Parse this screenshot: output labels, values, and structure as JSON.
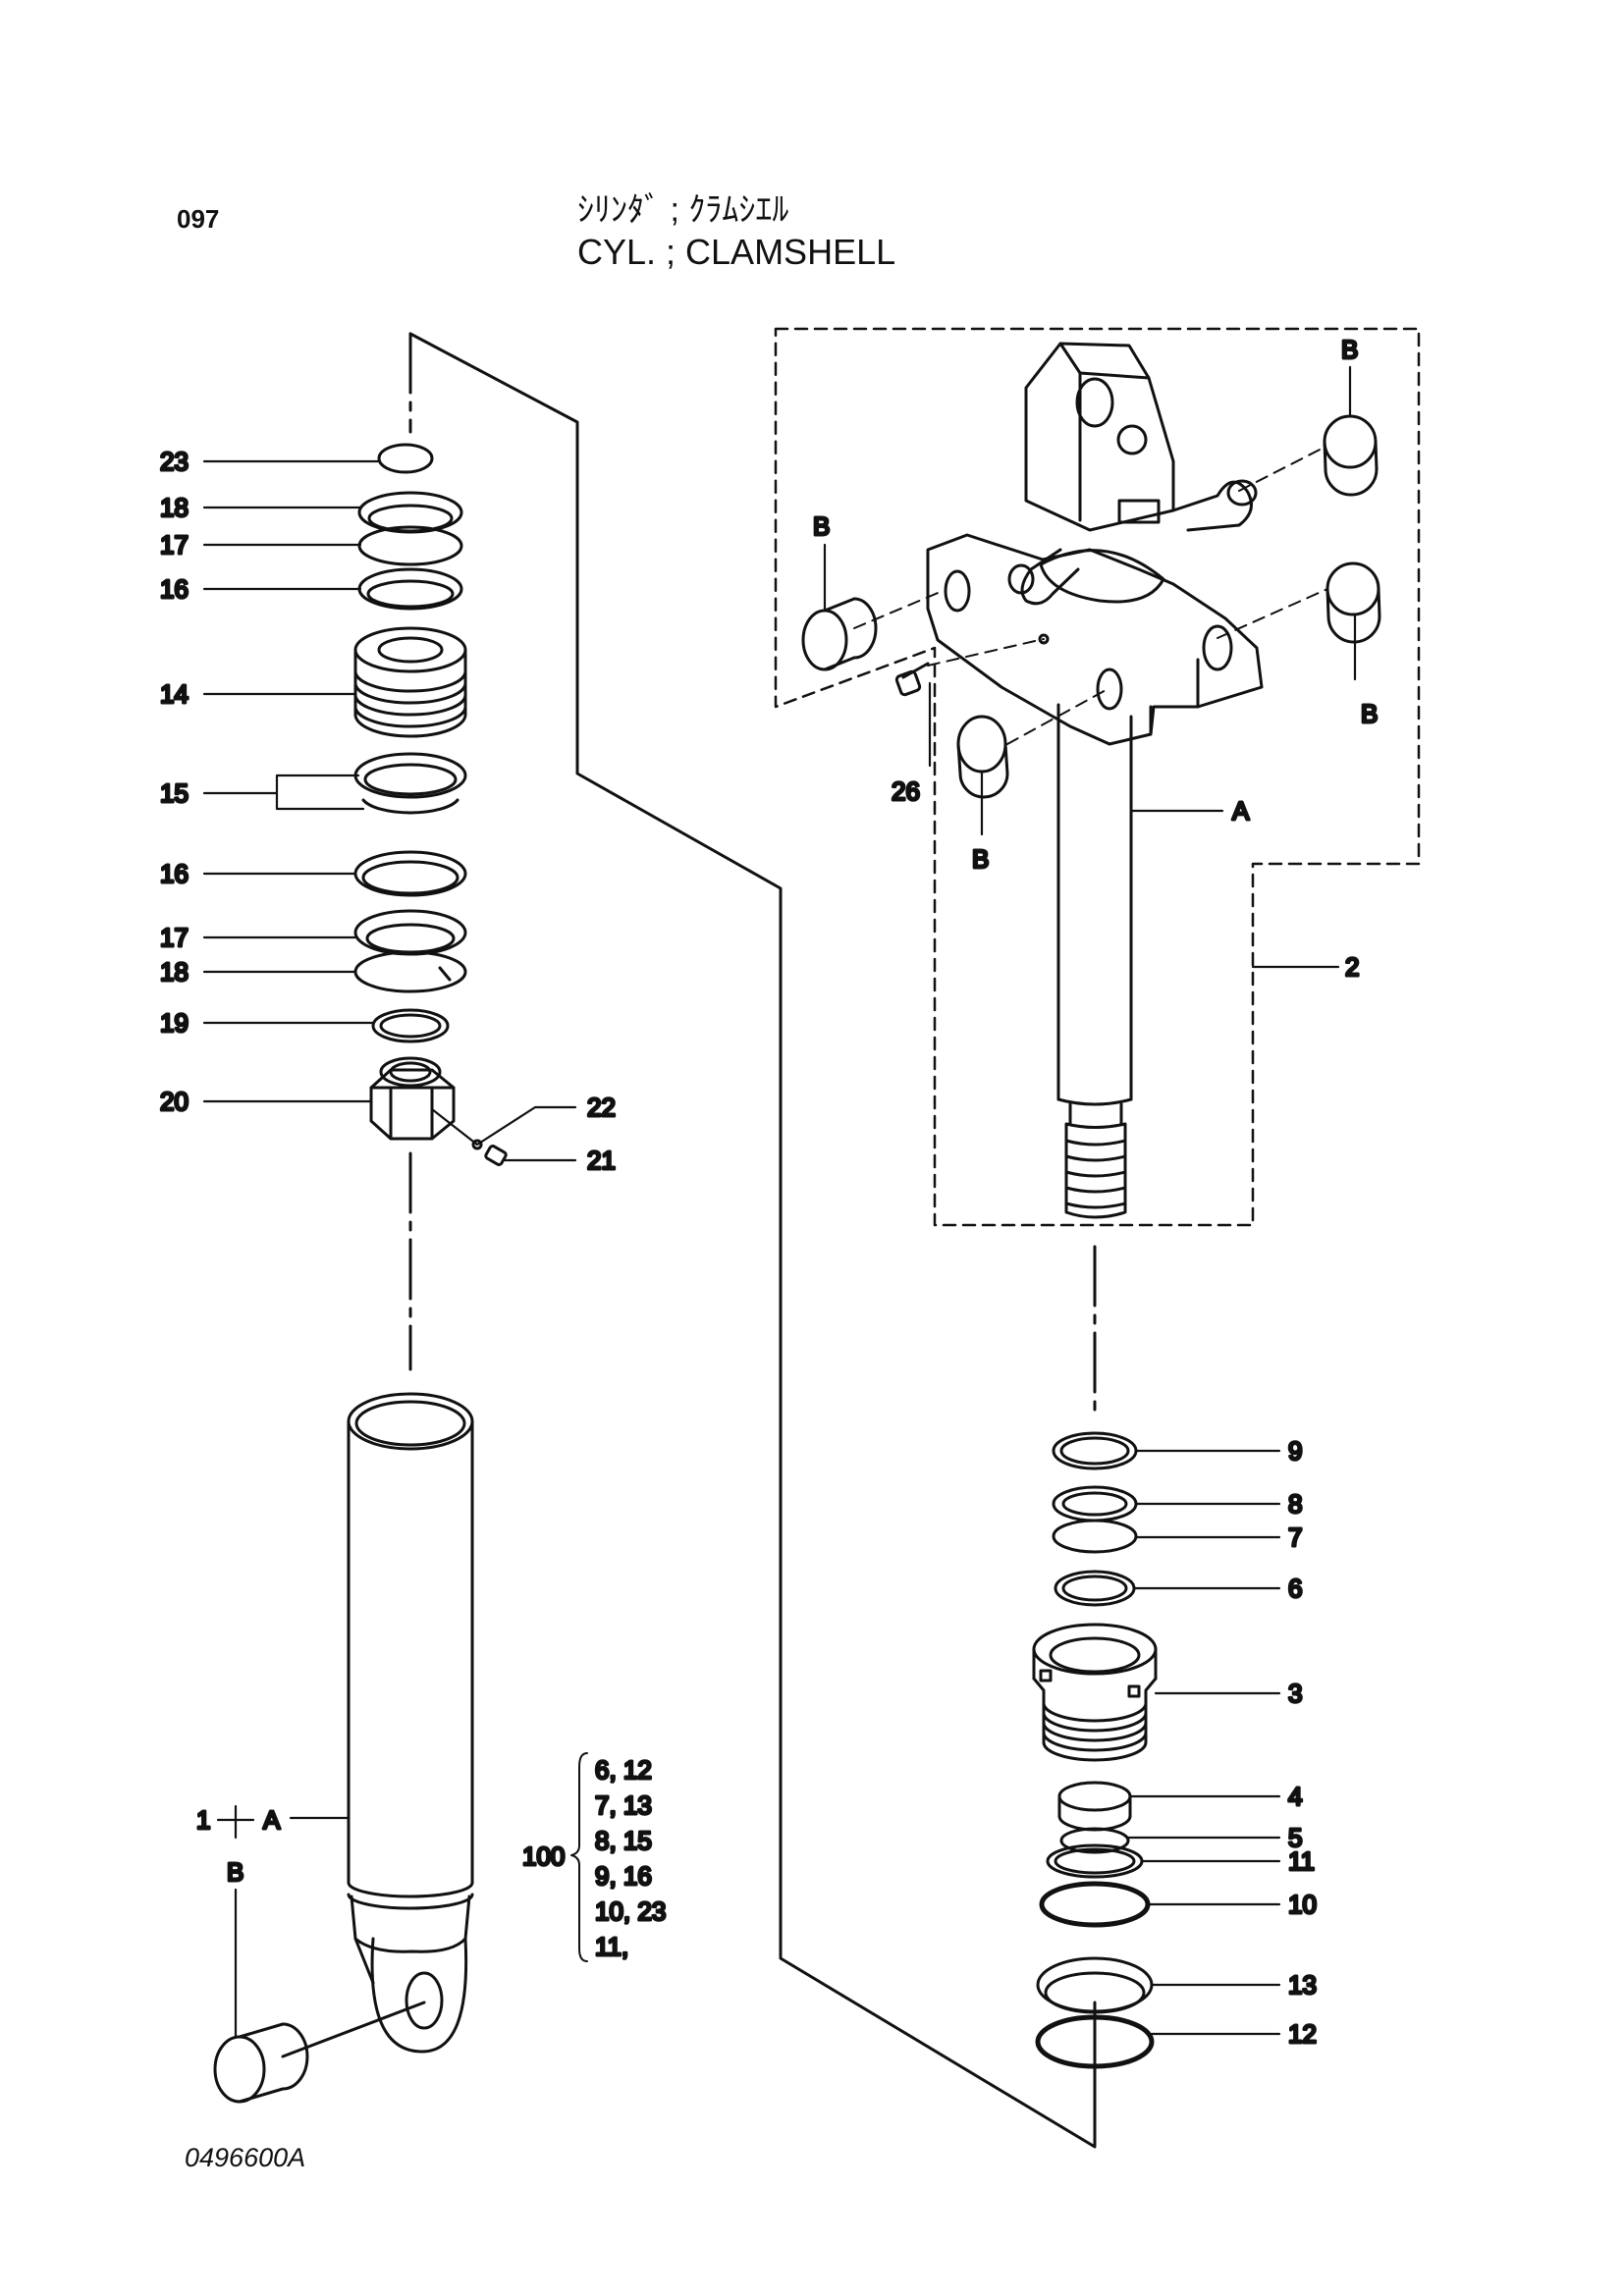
{
  "header": {
    "page_number": "097",
    "title_jp": "ｼﾘﾝﾀﾞ ; ｸﾗﾑｼｴﾙ",
    "title_en": "CYL. ; CLAMSHELL"
  },
  "footer": {
    "drawing_number": "0496600A"
  },
  "callouts": {
    "c23": "23",
    "c18a": "18",
    "c17a": "17",
    "c16a": "16",
    "c14": "14",
    "c15": "15",
    "c16b": "16",
    "c17b": "17",
    "c18b": "18",
    "c19": "19",
    "c20": "20",
    "c22": "22",
    "c21": "21",
    "c1": "1",
    "c1A": "A",
    "c1B": "B",
    "c100": "100",
    "c2": "2",
    "c26": "26",
    "cA": "A",
    "cB1": "B",
    "cB2": "B",
    "cB3": "B",
    "cB4": "B",
    "c9": "9",
    "c8": "8",
    "c7": "7",
    "c6": "6",
    "c3": "3",
    "c4": "4",
    "c5": "5",
    "c11": "11",
    "c10": "10",
    "c13": "13",
    "c12": "12"
  },
  "kit_100": [
    "6, 12",
    "7, 13",
    "8, 15",
    "9, 16",
    "10, 23",
    "11,"
  ],
  "colors": {
    "line": "#111111",
    "background": "#ffffff"
  }
}
